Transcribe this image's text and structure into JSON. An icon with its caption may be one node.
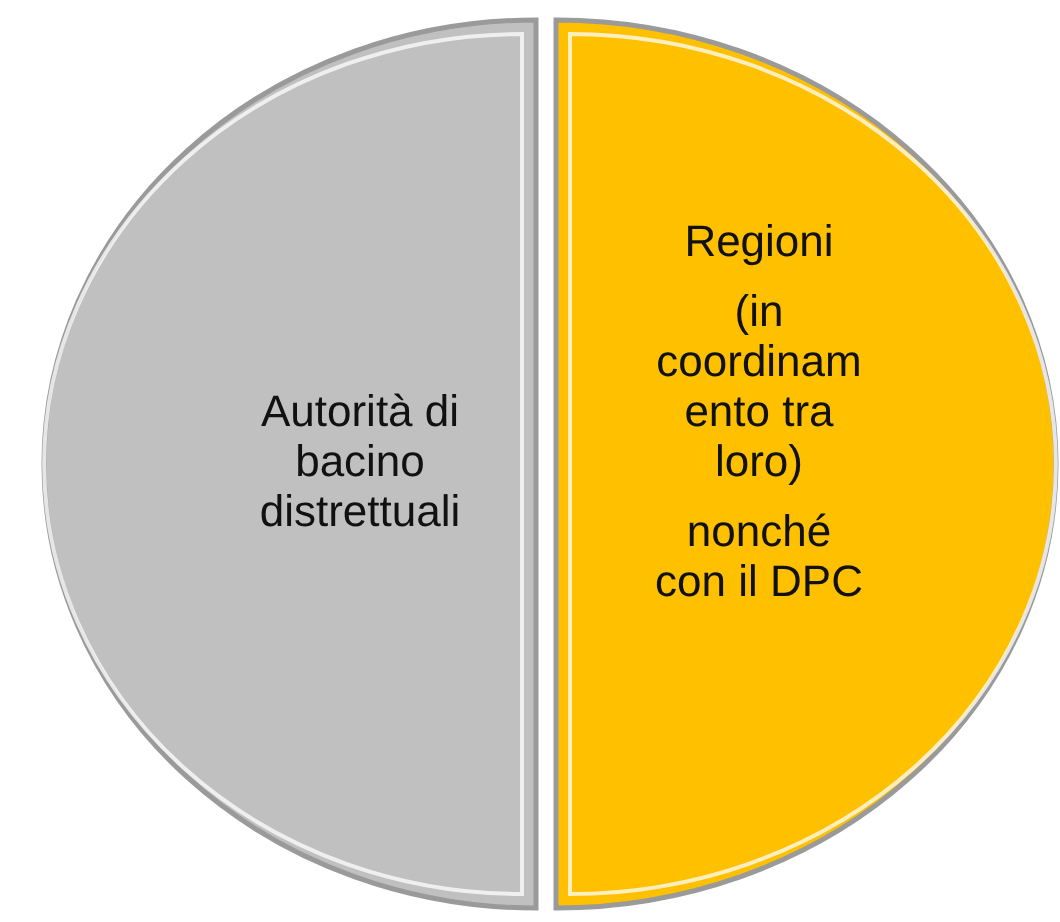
{
  "diagram": {
    "nodes": [
      {
        "text": [
          "Autorità di bacino distrettuali"
        ]
      },
      {
        "text": [
          "Regioni",
          "(in coordinamento tra loro)",
          "nonché con il DPC"
        ]
      }
    ]
  }
}
